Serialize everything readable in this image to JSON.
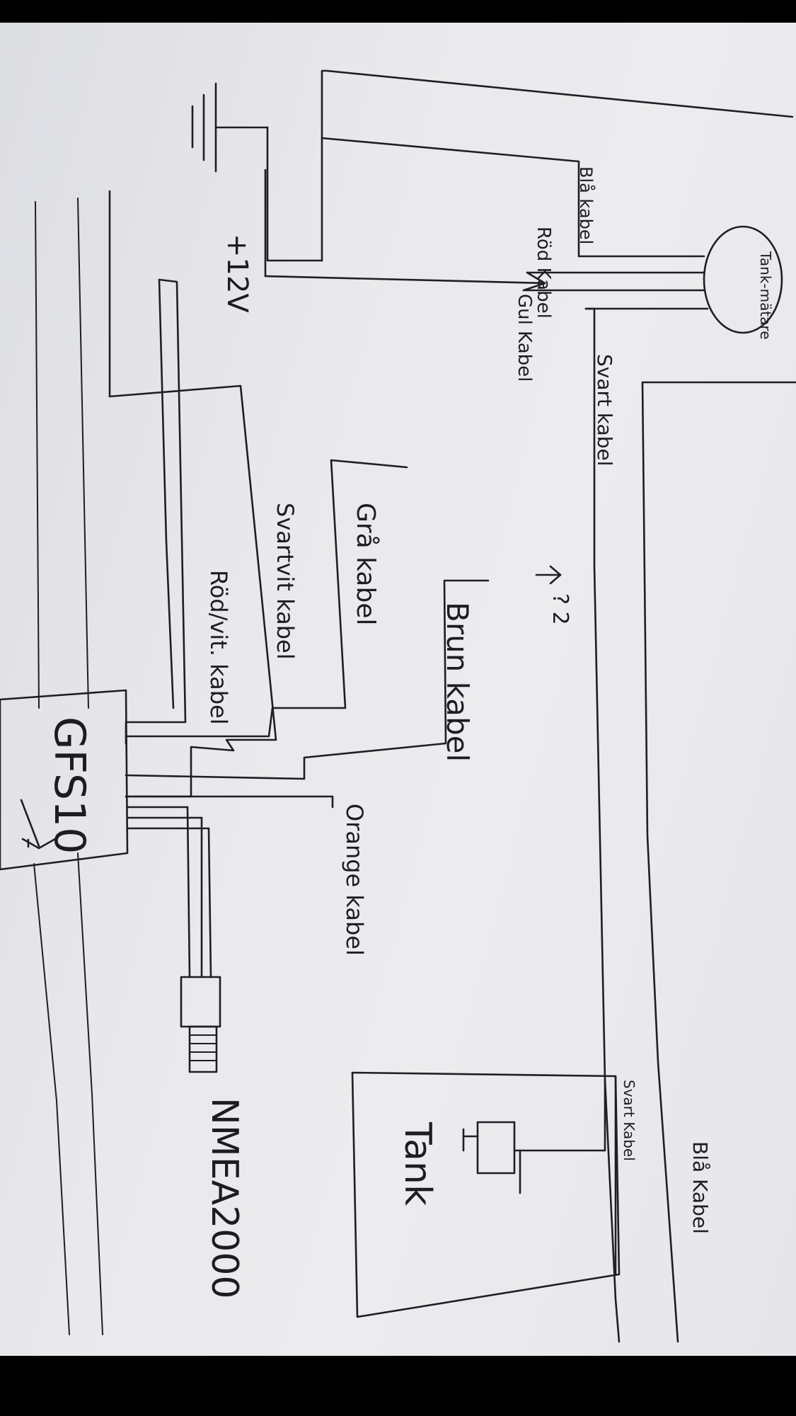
{
  "diagram": {
    "components": {
      "gauge": "Tank-mätare",
      "tank": "Tank",
      "gfs": "GFS10",
      "nmea": "NMEA2000",
      "supply": "+12V"
    },
    "cables": {
      "blue_top": "Blå kabel",
      "blue_right": "Blå Kabel",
      "red": "Röd Kabel",
      "yellow": "Gul Kabel",
      "black_mid": "Svart kabel",
      "black_tank": "Svart Kabel",
      "grey": "Grå kabel",
      "brown": "Brun kabel",
      "orange": "Orange kabel",
      "black_white": "Svartvit kabel",
      "red_white": "Röd/vit. kabel"
    },
    "question_mark": "? 2"
  },
  "colors": {
    "paper": "#e8e8eb",
    "ink": "#1e1e24",
    "frame": "#000000"
  }
}
